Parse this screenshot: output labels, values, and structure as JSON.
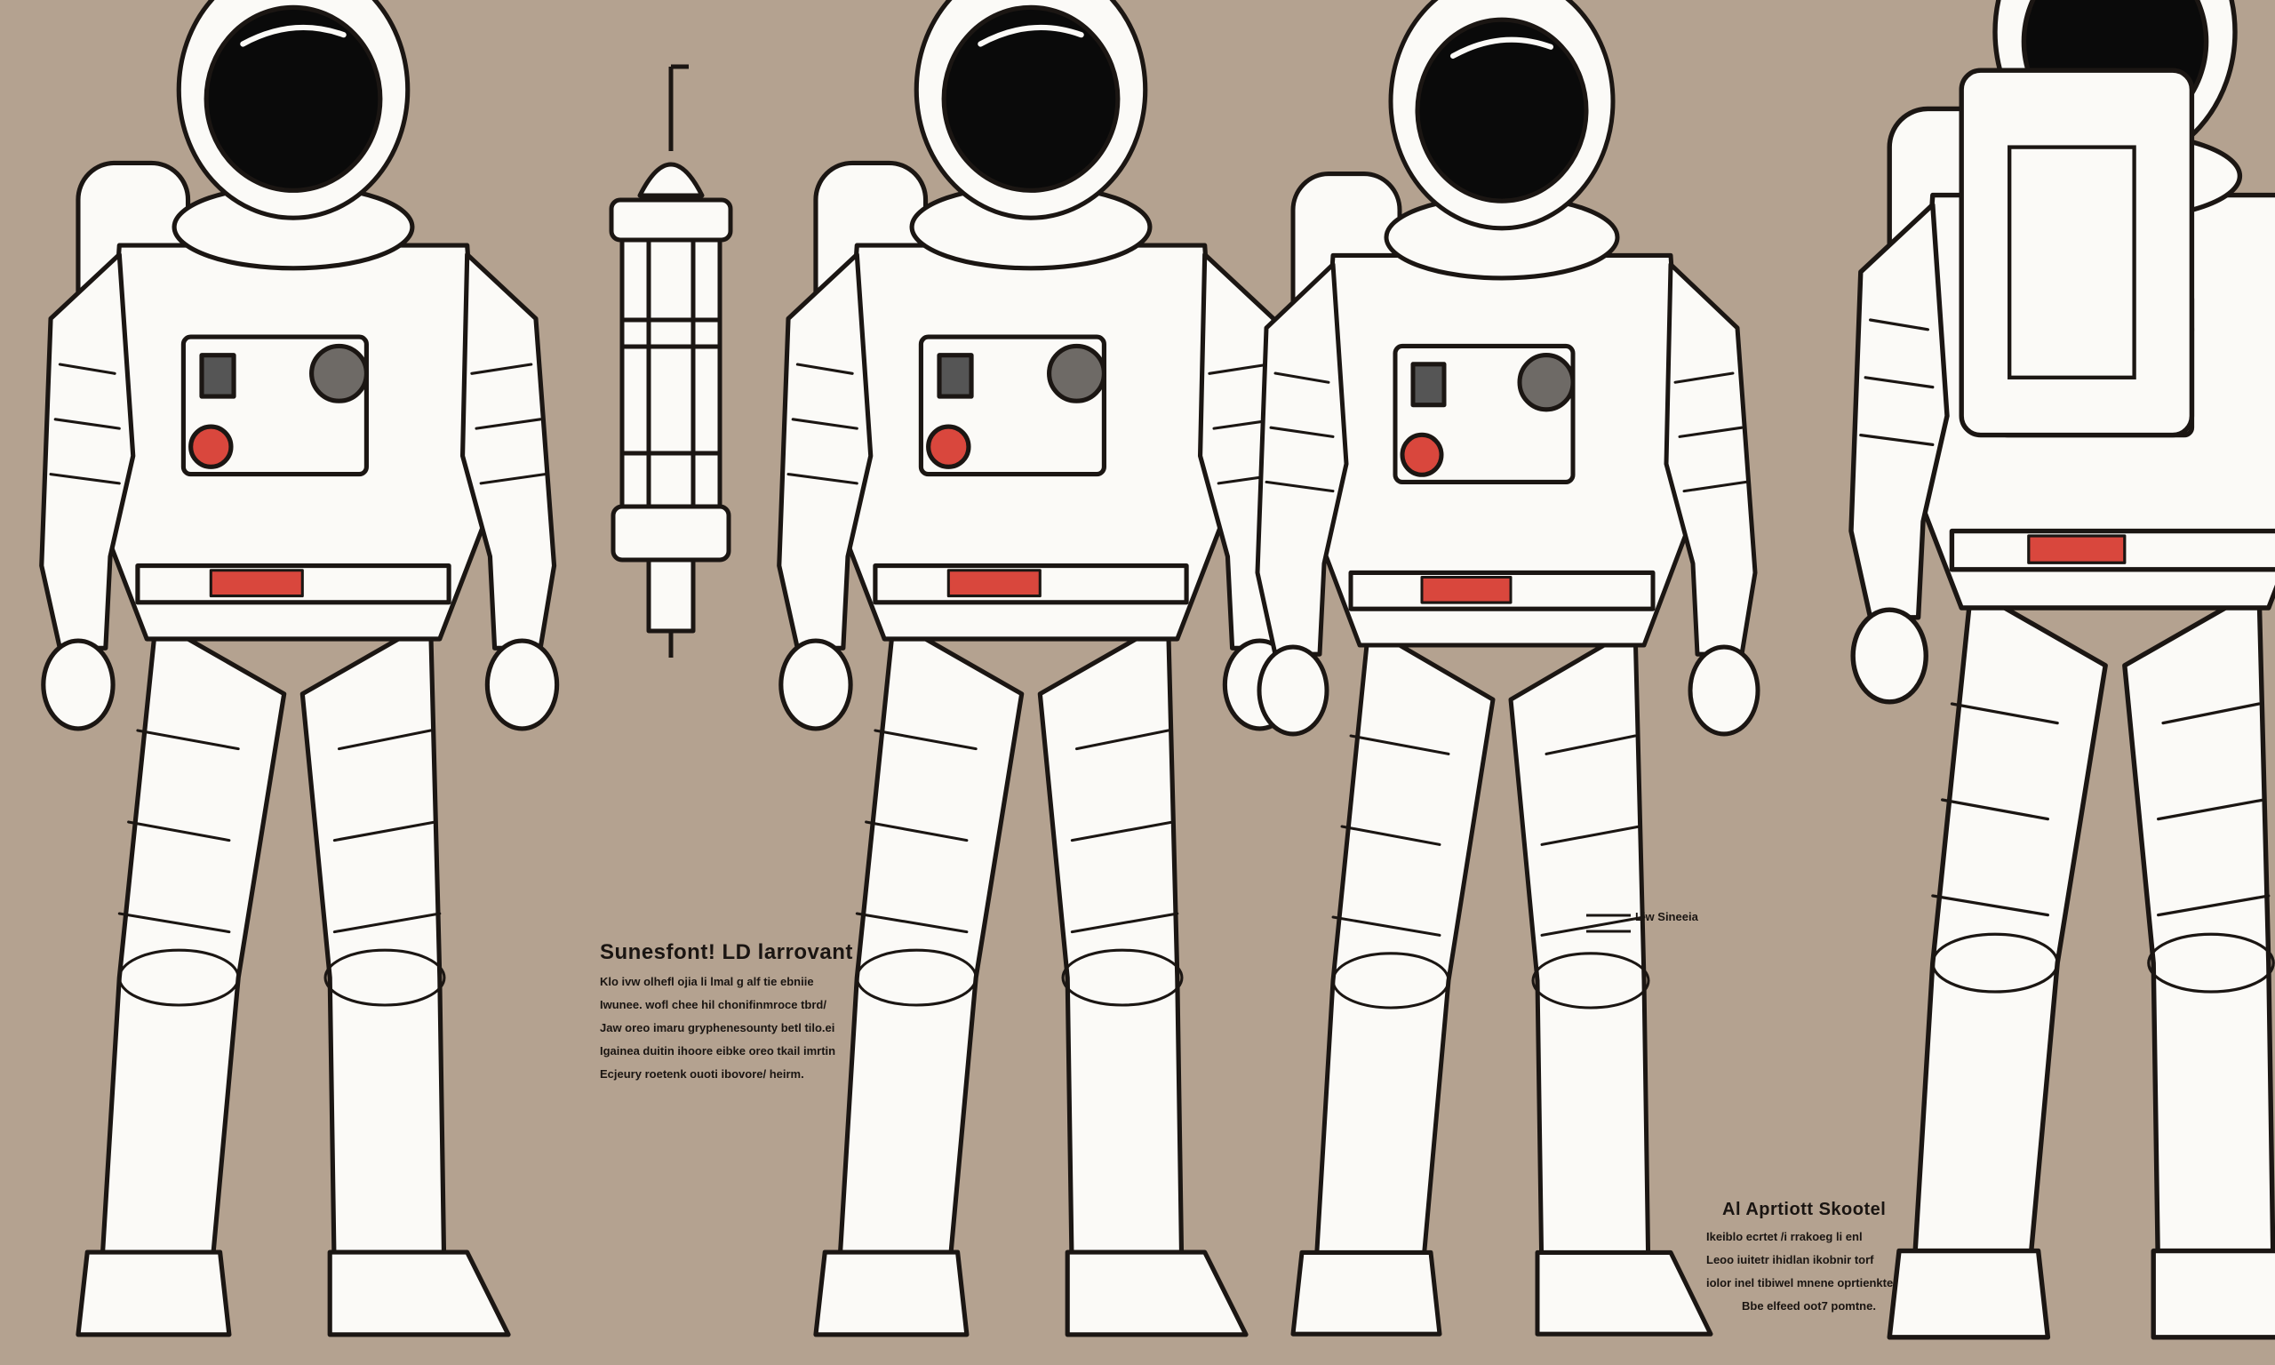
{
  "colors": {
    "background": "#b4a290",
    "suit": "#fbfaf7",
    "outline": "#1b1613",
    "visor": "#0a0a0a",
    "accent": "#d9473d"
  },
  "left_note": {
    "heading": "Sunesfont! LD larrovant",
    "lines": [
      "Klo ivw olhefl ojia li lmal g alf tie ebniie",
      "Iwunee. wofl chee hil chonifinmroce tbrd/",
      "Jaw oreo imaru gryphenesounty betl tilo.ei",
      "Igainea duitin ihoore eibke oreo tkail imrtin",
      "Ecjeury roetenk ouoti ibovore/ heirm."
    ]
  },
  "right_note": {
    "heading": "Al Aprtiott Skootel",
    "lines": [
      "Ikeiblo ecrtet /i rrakoeg li enl",
      "Leoo iuitetr ihidlan ikobnir torf",
      "iolor inel tibiwel mnene oprtienkte",
      "Bbe elfeed oot7 pomtne."
    ]
  },
  "callout": {
    "label": "Liw Sineeia"
  }
}
